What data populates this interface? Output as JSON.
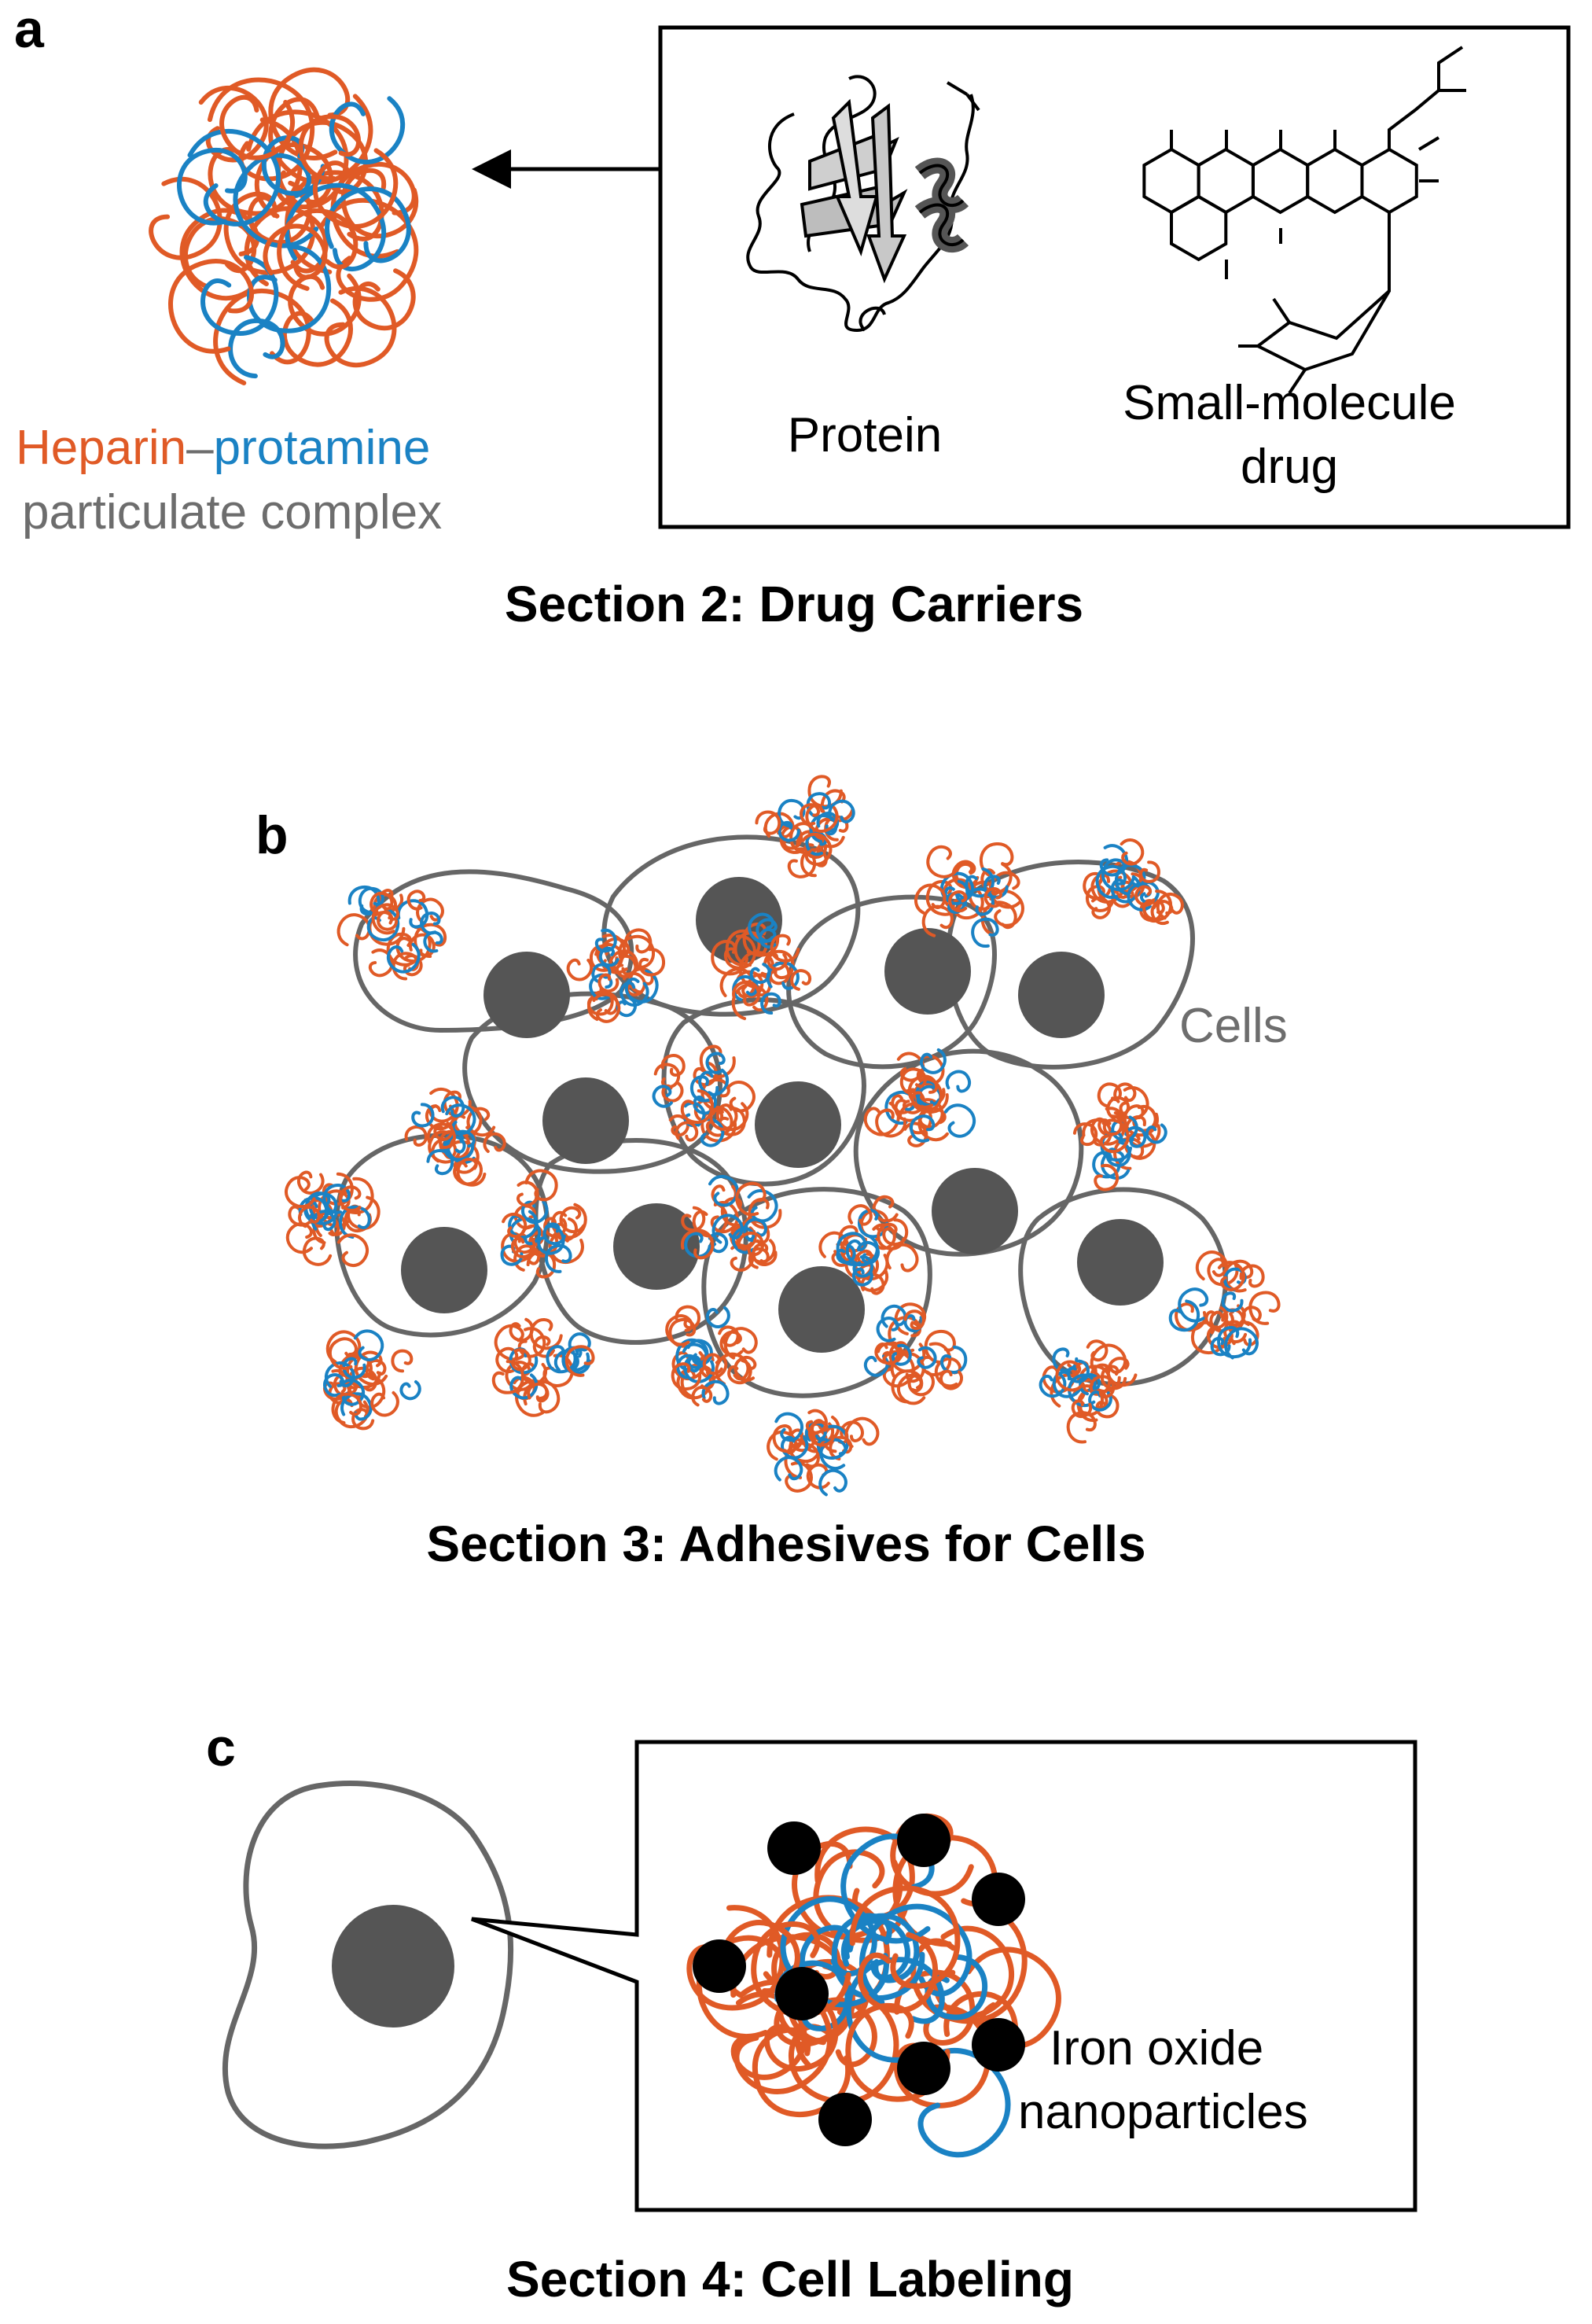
{
  "panel_a": {
    "letter": "a",
    "complex_label": {
      "heparin": "Heparin",
      "dash": "–",
      "protamine": "protamine",
      "line2": "particulate complex"
    },
    "protein_label": "Protein",
    "drug_label_line1": "Small-molecule",
    "drug_label_line2": "drug",
    "caption": "Section 2: Drug Carriers"
  },
  "panel_b": {
    "letter": "b",
    "cells_label": "Cells",
    "caption": "Section 3: Adhesives for Cells"
  },
  "panel_c": {
    "letter": "c",
    "np_label_line1": "Iron oxide",
    "np_label_line2": "nanoparticles",
    "caption": "Section 4: Cell Labeling"
  },
  "colors": {
    "heparin": "#e05a26",
    "protamine": "#1a82c4",
    "complex_text": "#6d6d6d",
    "nucleus": "#555555",
    "cell_outline": "#666666",
    "cells_text": "#6d6d6d",
    "nanoparticle": "#000000",
    "text": "#000000"
  }
}
